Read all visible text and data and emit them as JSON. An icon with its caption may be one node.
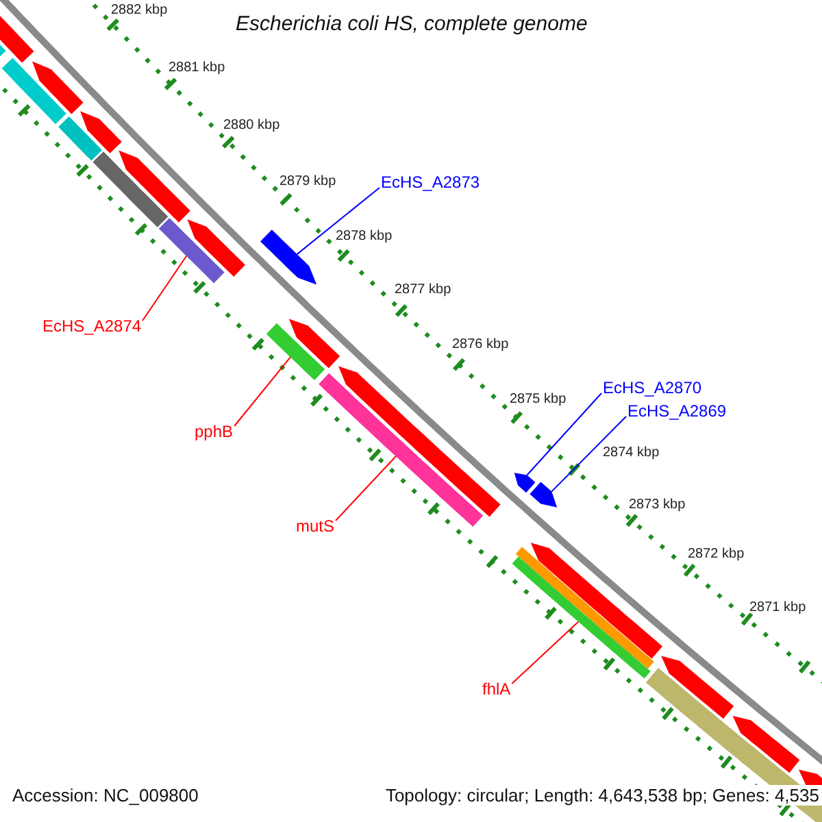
{
  "diagram": {
    "title": "Escherichia coli HS, complete genome",
    "nodes": [
      {
        "text": [
          "EcHS_A2873"
        ]
      },
      {
        "text": [],
        "shape": "arrow"
      },
      {
        "text": [
          "EcHS_A2874"
        ]
      },
      {
        "text": [],
        "shape": "bar"
      },
      {
        "text": [
          "EcHS_A2870"
        ]
      },
      {
        "text": [],
        "shape": "arrow"
      },
      {
        "text": [
          "EcHS_A2869"
        ]
      },
      {
        "text": [],
        "shape": "arrow"
      },
      {
        "text": [
          "pphB"
        ]
      },
      {
        "text": [],
        "shape": "bar"
      },
      {
        "text": [
          "mutS"
        ]
      },
      {
        "text": [],
        "shape": "bar"
      },
      {
        "text": [
          "fhlA"
        ]
      },
      {
        "text": [],
        "shape": "bar"
      }
    ],
    "edges": [
      {
        "from": 0,
        "to": 1,
        "arrow": "none",
        "color": "#0000ff"
      },
      {
        "from": 2,
        "to": 3,
        "arrow": "none"
      },
      {
        "from": 4,
        "to": 5,
        "arrow": "none",
        "color": "#0000ff"
      },
      {
        "from": 6,
        "to": 7,
        "arrow": "none",
        "color": "#0000ff"
      },
      {
        "from": 8,
        "to": 9,
        "arrow": "none"
      },
      {
        "from": 10,
        "to": 11,
        "arrow": "none"
      },
      {
        "from": 12,
        "to": 13,
        "arrow": "none"
      }
    ],
    "labels": [
      "2882 kbp",
      "2881 kbp",
      "2880 kbp",
      "2879 kbp",
      "2878 kbp",
      "2877 kbp",
      "2876 kbp",
      "2875 kbp",
      "2874 kbp",
      "2873 kbp",
      "2872 kbp",
      "2871 kbp",
      "Accession: NC_009800",
      "Topology: circular; Length: 4,643,538 bp; Genes: 4,535"
    ]
  }
}
